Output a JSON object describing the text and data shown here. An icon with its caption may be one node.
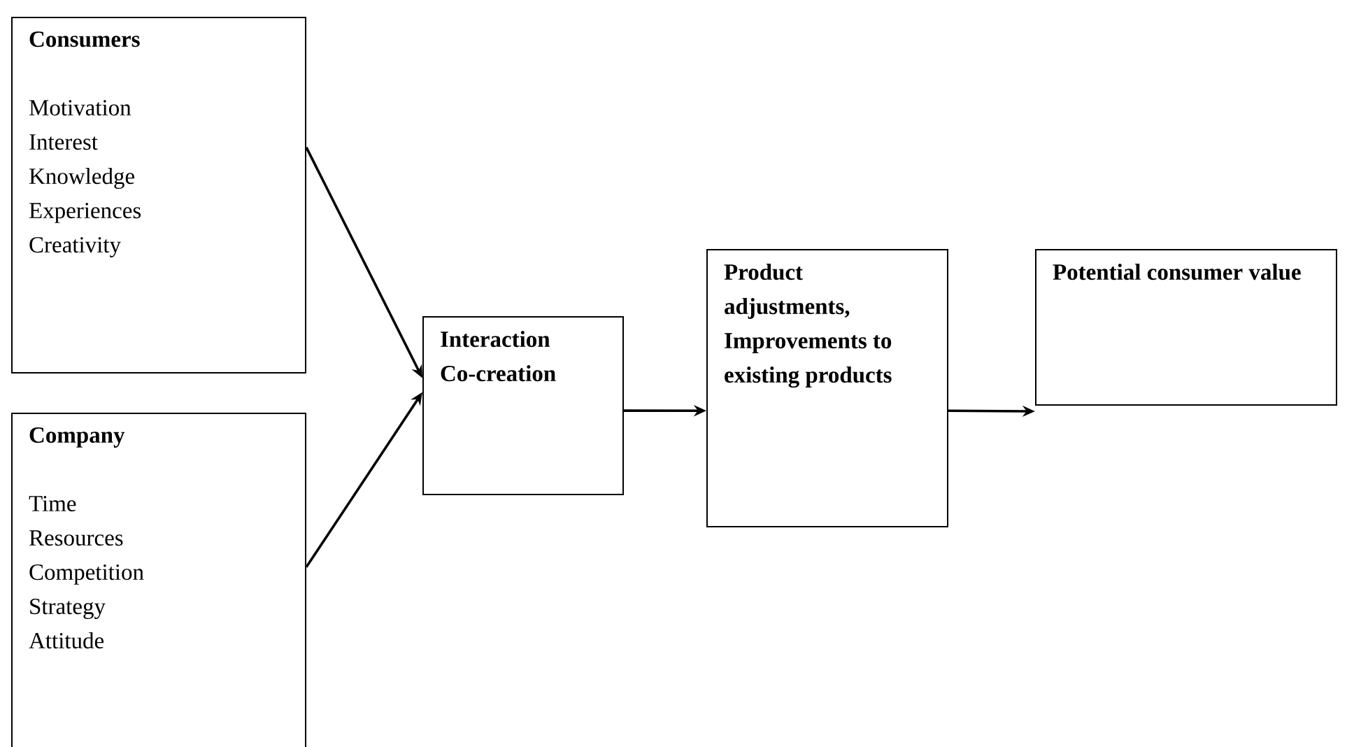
{
  "diagram": {
    "nodes": [
      {
        "text": [
          "Consumers",
          "Motivation",
          "Interest",
          "Knowledge",
          "Experiences",
          "Creativity"
        ]
      },
      {
        "text": [
          "Company",
          "Time",
          "Resources",
          "Competition",
          "Strategy",
          "Attitude"
        ]
      },
      {
        "text": [
          "Interaction",
          "Co-creation"
        ]
      },
      {
        "text": [
          "Product adjustments,",
          "Improvements to existing products"
        ]
      },
      {
        "text": [
          "Potential consumer value"
        ]
      }
    ],
    "edges": [
      {
        "from": 0,
        "to": 2,
        "arrow": "to"
      },
      {
        "from": 1,
        "to": 2,
        "arrow": "to"
      },
      {
        "from": 2,
        "to": 3,
        "arrow": "to"
      },
      {
        "from": 3,
        "to": 4,
        "arrow": "to"
      }
    ]
  }
}
